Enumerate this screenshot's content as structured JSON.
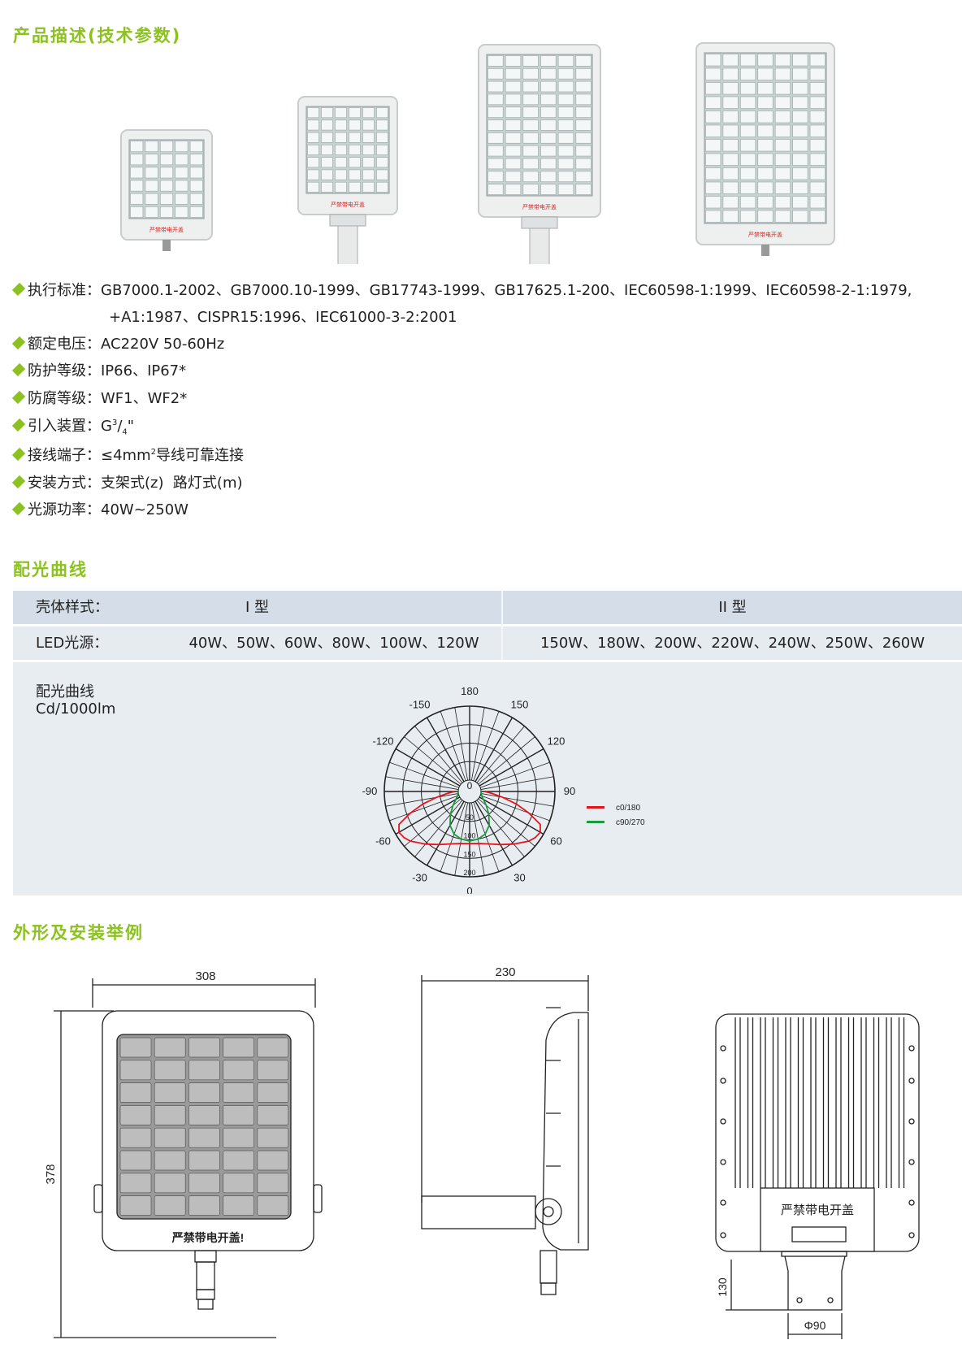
{
  "sections": {
    "description_title": "产品描述(技术参数)",
    "curve_title": "配光曲线",
    "outline_title": "外形及安装举例"
  },
  "specs": [
    {
      "label": "执行标准：",
      "value": "GB7000.1-2002、GB7000.10-1999、GB17743-1999、GB17625.1-200、IEC60598-1:1999、IEC60598-2-1:1979,",
      "value2": "+A1:1987、CISPR15:1996、IEC61000-3-2:2001"
    },
    {
      "label": "额定电压：",
      "value": "AC220V 50-60Hz"
    },
    {
      "label": "防护等级：",
      "value": "IP66、IP67*"
    },
    {
      "label": "防腐等级：",
      "value": "WF1、WF2*"
    },
    {
      "label": "引入装置：",
      "value_pre": "G",
      "value_sup": "3",
      "value_mid": "/",
      "value_sub": "4",
      "value_post": "\""
    },
    {
      "label": "接线端子：",
      "value_pre": "≤4mm",
      "value_sup": "2",
      "value_post": "导线可靠连接"
    },
    {
      "label": "安装方式：",
      "value": "支架式(z)  路灯式(m)"
    },
    {
      "label": "光源功率：",
      "value": "40W~250W"
    }
  ],
  "table": {
    "row1_label": "壳体样式：",
    "type1": "I 型",
    "type2": "II 型",
    "row2_label": "LED光源：",
    "type1_power": "40W、50W、60W、80W、100W、120W",
    "type2_power": "150W、180W、200W、220W、240W、250W、260W",
    "row3_label": "配光曲线",
    "row3_unit": "Cd/1000lm"
  },
  "product_photos": {
    "label_text": "严禁带电开盖"
  },
  "chart_data": {
    "type": "polar",
    "title": "配光曲线",
    "unit": "Cd/1000lm",
    "angle_labels": [
      "0",
      "30",
      "60",
      "90",
      "120",
      "150",
      "180",
      "-150",
      "-120",
      "-90",
      "-60",
      "-30"
    ],
    "angle_values": [
      0,
      30,
      60,
      90,
      120,
      150,
      180,
      -150,
      -120,
      -90,
      -60,
      -30
    ],
    "radial_ticks": [
      "0",
      "50",
      "100",
      "150",
      "200"
    ],
    "radial_values": [
      0,
      50,
      100,
      150,
      200
    ],
    "rlim": [
      0,
      200
    ],
    "legend_position": "bottom-right",
    "series": [
      {
        "name": "c0/180",
        "color": "#e8141c",
        "angles": [
          0,
          10,
          20,
          30,
          40,
          50,
          55,
          60,
          65,
          70,
          75,
          80,
          85,
          90
        ],
        "values": [
          110,
          112,
          120,
          135,
          155,
          178,
          186,
          190,
          180,
          140,
          100,
          60,
          30,
          10
        ]
      },
      {
        "name": "c90/270",
        "color": "#1a9a3c",
        "angles": [
          0,
          10,
          20,
          30,
          40,
          50,
          60,
          70,
          80,
          90
        ],
        "values": [
          103,
          100,
          92,
          75,
          50,
          28,
          12,
          4,
          1,
          0
        ]
      }
    ]
  },
  "drawings": {
    "front_width": "308",
    "front_height": "378",
    "front_warning": "严禁带电开盖!",
    "side_depth": "230",
    "back_warning": "严禁带电开盖",
    "mount_height": "130",
    "mount_diameter": "Φ90"
  },
  "colors": {
    "accent": "#8cc21f",
    "header_row": "#d5dee8",
    "row_bg": "#e6ebf0",
    "c0": "#e8141c",
    "c90": "#1a9a3c"
  }
}
